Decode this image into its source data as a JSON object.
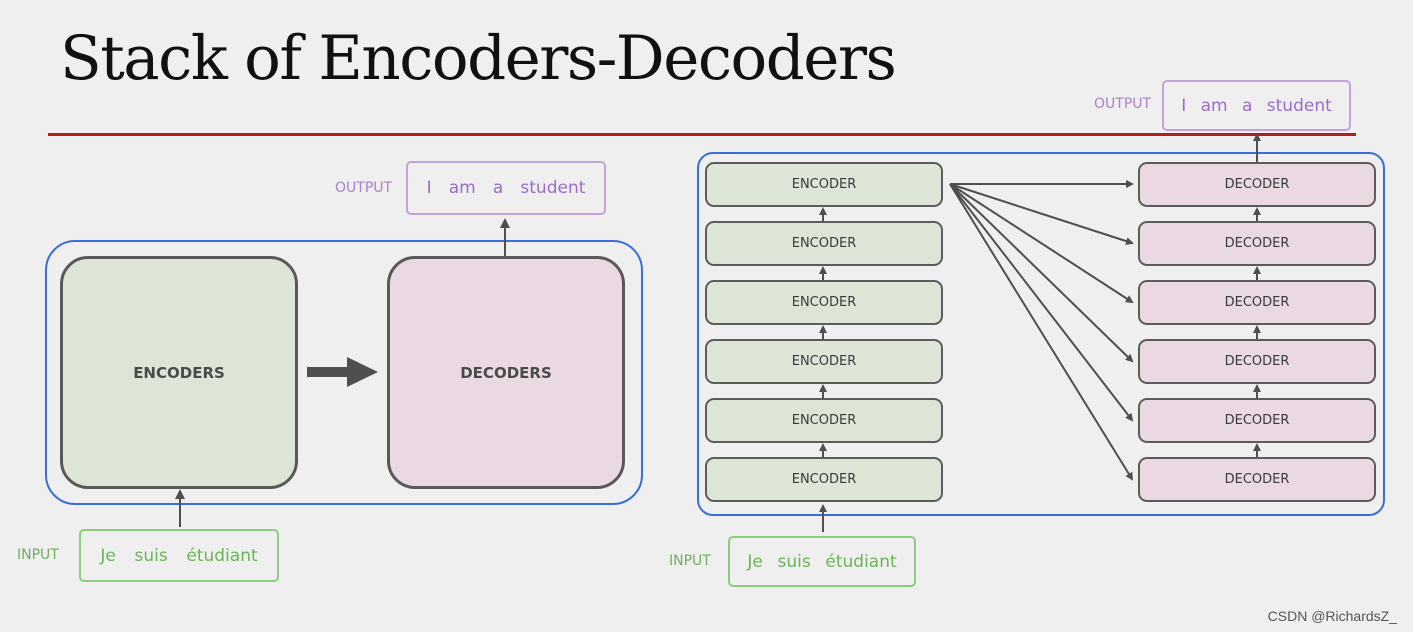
{
  "title": "Stack of Encoders-Decoders",
  "left": {
    "encoders_label": "ENCODERS",
    "decoders_label": "DECODERS",
    "input_label": "INPUT",
    "input_words": [
      "Je",
      "suis",
      "étudiant"
    ],
    "output_label": "OUTPUT",
    "output_words": [
      "I",
      "am",
      "a",
      "student"
    ]
  },
  "right": {
    "encoder_label": "ENCODER",
    "decoder_label": "DECODER",
    "layer_count": 6,
    "input_label": "INPUT",
    "input_words": [
      "Je",
      "suis",
      "étudiant"
    ],
    "output_label": "OUTPUT",
    "output_words": [
      "I",
      "am",
      "a",
      "student"
    ]
  },
  "watermark": "CSDN @RichardsZ_"
}
